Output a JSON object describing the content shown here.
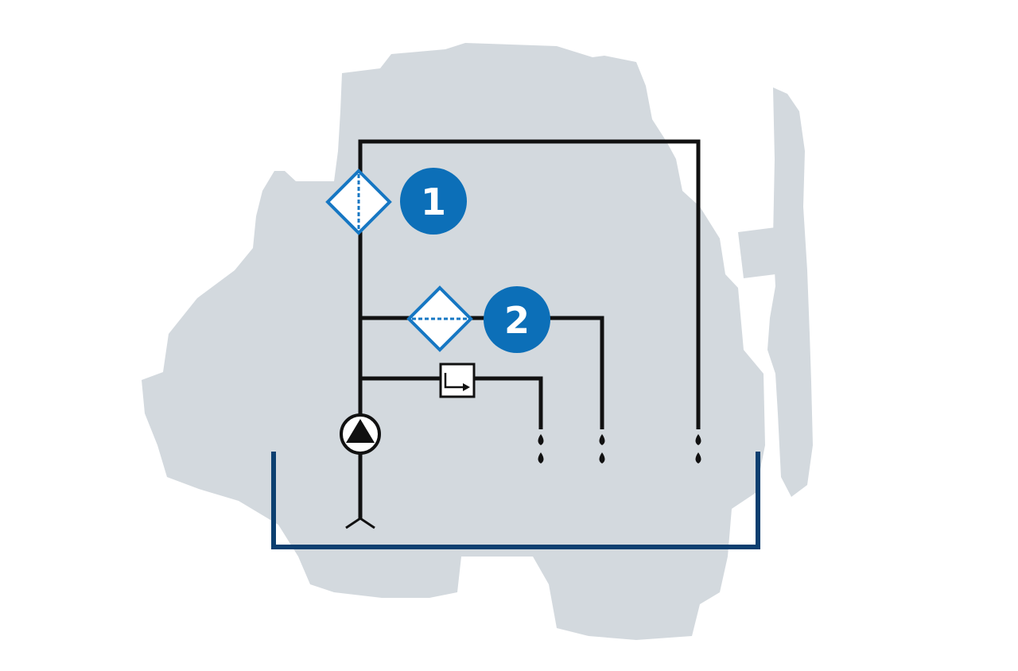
{
  "diagram": {
    "type": "engine-lubrication-schematic",
    "colors": {
      "background": "#ffffff",
      "engine_silhouette": "#d3d9de",
      "oil_line": "#111111",
      "sump_outline": "#0c3f70",
      "filter_accent": "#1677c3",
      "badge_fill": "#0c6fb8",
      "badge_text": "#ffffff"
    },
    "components": [
      {
        "name": "full-flow-oil-filter",
        "icon": "filter-diamond-vertical-icon",
        "label": "1"
      },
      {
        "name": "bypass-oil-filter",
        "icon": "filter-diamond-horizontal-icon",
        "label": "2"
      },
      {
        "name": "pressure-relief-valve",
        "icon": "valve-box-arrow-icon"
      },
      {
        "name": "oil-pump",
        "icon": "pump-triangle-icon"
      },
      {
        "name": "oil-pickup",
        "icon": "strainer-fork-icon"
      },
      {
        "name": "oil-sump",
        "icon": "sump-tray-icon"
      },
      {
        "name": "oil-drips",
        "icon": "oil-drop-icon",
        "count": 3
      }
    ]
  }
}
